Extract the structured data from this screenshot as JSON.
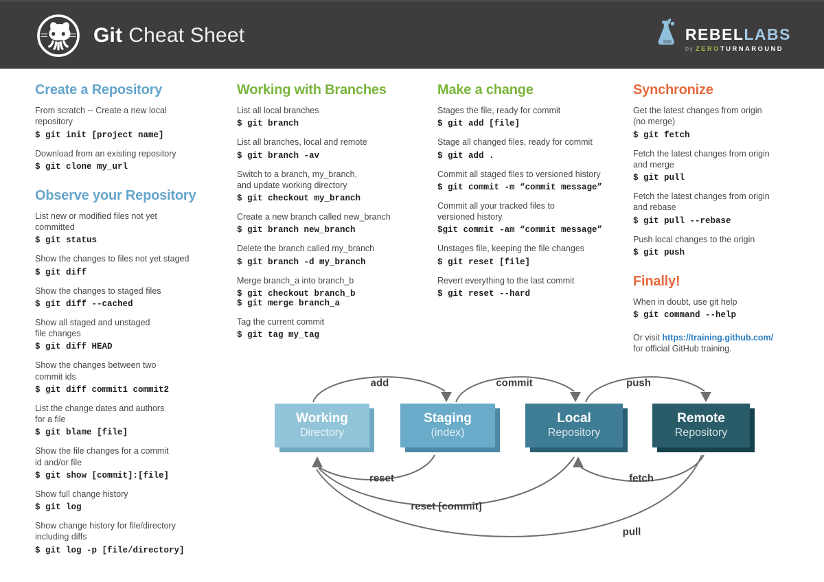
{
  "header": {
    "title_bold": "Git",
    "title_light": "Cheat Sheet",
    "octocat_icon": "octocat-logo",
    "rebellabs": {
      "flask_icon": "rebellabs-flask-logo",
      "rebel": "REBEL",
      "labs": "LABS",
      "by": "by",
      "zero": "ZERO",
      "turnaround": "TURNAROUND"
    }
  },
  "colors": {
    "header_bg": "#3e3c3d",
    "heading_blue": "#64a5cd",
    "heading_green": "#79b53b",
    "heading_orange": "#e5693d",
    "link_blue": "#2d7fc1",
    "body_text": "#474747",
    "arrow_gray": "#6f6f6f",
    "box_working": "#92c4d9",
    "box_staging": "#69abc8",
    "box_local": "#3f7d95",
    "box_remote": "#295c68"
  },
  "columns": [
    {
      "sections": [
        {
          "heading": "Create a Repository",
          "items": [
            {
              "desc": "From scratch -- Create a new local\nrepository",
              "cmd": "$ git init [project name]"
            },
            {
              "desc": "Download from an existing repository",
              "cmd": "$ git clone my_url"
            }
          ]
        },
        {
          "heading": "Observe your Repository",
          "items": [
            {
              "desc": "List new or modified files not yet\ncommitted",
              "cmd": "$ git status"
            },
            {
              "desc": "Show the changes to files not yet staged",
              "cmd": "$ git diff"
            },
            {
              "desc": "Show the changes to staged files",
              "cmd": "$ git diff --cached"
            },
            {
              "desc": "Show all staged and unstaged\nfile changes",
              "cmd": "$ git diff HEAD"
            },
            {
              "desc": "Show the changes between two\ncommit ids",
              "cmd": "$ git diff commit1 commit2"
            },
            {
              "desc": "List the change dates and authors\nfor a file",
              "cmd": "$ git blame [file]"
            },
            {
              "desc": "Show the file changes for a commit\nid and/or file",
              "cmd": "$ git show [commit]:[file]"
            },
            {
              "desc": "Show full change history",
              "cmd": "$ git log"
            },
            {
              "desc": "Show change history for file/directory\nincluding diffs",
              "cmd": "$ git log -p [file/directory]"
            }
          ]
        }
      ]
    },
    {
      "sections": [
        {
          "heading": "Working with Branches",
          "items": [
            {
              "desc": "List all local branches",
              "cmd": "$ git branch"
            },
            {
              "desc": "List all branches, local and remote",
              "cmd": "$ git branch -av"
            },
            {
              "desc": "Switch to a branch, my_branch,\nand update working directory",
              "cmd": "$ git checkout my_branch"
            },
            {
              "desc": "Create a new branch called new_branch",
              "cmd": "$ git branch new_branch"
            },
            {
              "desc": "Delete the branch called my_branch",
              "cmd": "$ git branch -d my_branch"
            },
            {
              "desc": "Merge branch_a into branch_b",
              "cmd": "$ git checkout branch_b\n$ git merge branch_a"
            },
            {
              "desc": "Tag the current commit",
              "cmd": "$ git tag my_tag"
            }
          ]
        }
      ]
    },
    {
      "sections": [
        {
          "heading": "Make a change",
          "items": [
            {
              "desc": "Stages the file, ready for commit",
              "cmd": "$ git add [file]"
            },
            {
              "desc": "Stage all changed files, ready for commit",
              "cmd": "$ git add ."
            },
            {
              "desc": "Commit all staged files to versioned history",
              "cmd": "$ git commit -m “commit message”"
            },
            {
              "desc": "Commit all your tracked files to\nversioned history",
              "cmd": "$git commit -am “commit message”"
            },
            {
              "desc": "Unstages file, keeping the file changes",
              "cmd": "$ git reset [file]"
            },
            {
              "desc": "Revert everything to the last commit",
              "cmd": "$ git reset --hard"
            }
          ]
        }
      ]
    },
    {
      "sections": [
        {
          "heading": "Synchronize",
          "items": [
            {
              "desc": "Get the latest changes from origin\n(no merge)",
              "cmd": "$ git fetch"
            },
            {
              "desc": "Fetch the latest changes from origin\nand merge",
              "cmd": "$ git pull"
            },
            {
              "desc": "Fetch the latest changes from origin\nand rebase",
              "cmd": "$ git pull --rebase"
            },
            {
              "desc": "Push local changes to the origin",
              "cmd": "$ git push"
            }
          ]
        },
        {
          "heading": "Finally!",
          "items": [
            {
              "desc": "When in doubt, use git help",
              "cmd": "$ git command --help"
            }
          ],
          "link_line": {
            "prefix": "Or visit ",
            "url": "https://training.github.com/",
            "suffix": "for official GitHub training."
          }
        }
      ]
    }
  ],
  "diagram": {
    "boxes": [
      {
        "title": "Working",
        "subtitle": "Directory",
        "fill": "#92c4d9",
        "depth": "#6fa9bf"
      },
      {
        "title": "Staging",
        "subtitle": "(index)",
        "fill": "#69abc8",
        "depth": "#4c8aa6"
      },
      {
        "title": "Local",
        "subtitle": "Repository",
        "fill": "#3f7d95",
        "depth": "#2a5f73"
      },
      {
        "title": "Remote",
        "subtitle": "Repository",
        "fill": "#295c68",
        "depth": "#15414c"
      }
    ],
    "arrow_labels": {
      "add": "add",
      "commit": "commit",
      "push": "push",
      "reset": "reset",
      "fetch": "fetch",
      "reset_commit": "reset [commit]",
      "pull": "pull"
    }
  }
}
